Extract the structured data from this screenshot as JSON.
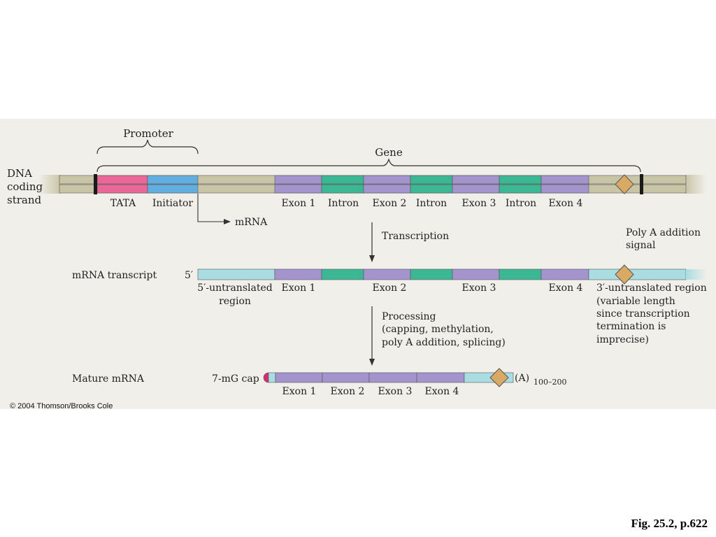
{
  "colors": {
    "panel": "#f1efea",
    "dna_backbone": "#c8c4a6",
    "tata": "#ea6797",
    "initiator": "#61aee0",
    "exon": "#a394cd",
    "intron": "#3bb893",
    "utr": "#a9dde1",
    "diamond": "#d9aa64",
    "cap": "#d32f6f",
    "line": "#333333"
  },
  "labels": {
    "promoter": "Promoter",
    "gene": "Gene",
    "dna_line1": "DNA",
    "dna_line2": "coding",
    "dna_line3": "strand",
    "tata": "TATA",
    "initiator": "Initiator",
    "mrna_arrow": "mRNA",
    "transcription": "Transcription",
    "polya_signal_line1": "Poly A addition",
    "polya_signal_line2": "signal",
    "mrna_transcript": "mRNA transcript",
    "five_prime": "5′",
    "utr5_line1": "5′-untranslated",
    "utr5_line2": "region",
    "utr3_line1": "3′-untranslated region",
    "utr3_line2": "(variable length",
    "utr3_line3": "since transcription",
    "utr3_line4": "termination is",
    "utr3_line5": "imprecise)",
    "processing_line1": "Processing",
    "processing_line2": "(capping, methylation,",
    "processing_line3": "poly A addition, splicing)",
    "mature_mrna": "Mature mRNA",
    "cap": "7-mG cap",
    "polya_tail": "(A)",
    "polya_sub": "100–200",
    "copyright": "© 2004 Thomson/Brooks Cole",
    "figure_ref": "Fig. 25.2, p.622"
  },
  "dna_segment_labels": [
    "Exon 1",
    "Intron",
    "Exon 2",
    "Intron",
    "Exon 3",
    "Intron",
    "Exon 4"
  ],
  "transcript_exon_labels": [
    "Exon 1",
    "Exon 2",
    "Exon 3",
    "Exon 4"
  ],
  "mature_exon_labels": [
    "Exon 1",
    "Exon 2",
    "Exon 3",
    "Exon 4"
  ]
}
